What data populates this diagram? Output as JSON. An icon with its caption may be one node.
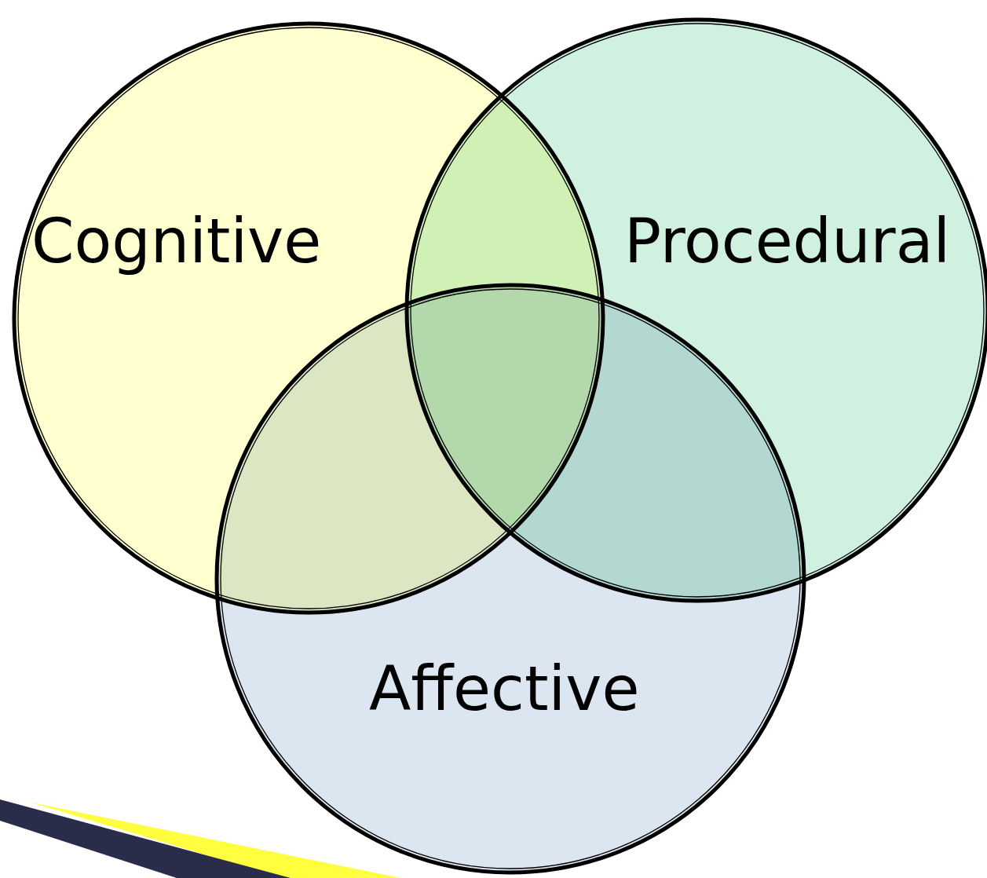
{
  "diagram": {
    "nodes": [
      {
        "text": [
          "Cognitive"
        ]
      },
      {
        "text": [
          "Procedural"
        ]
      },
      {
        "text": [
          "Affective"
        ]
      }
    ]
  }
}
